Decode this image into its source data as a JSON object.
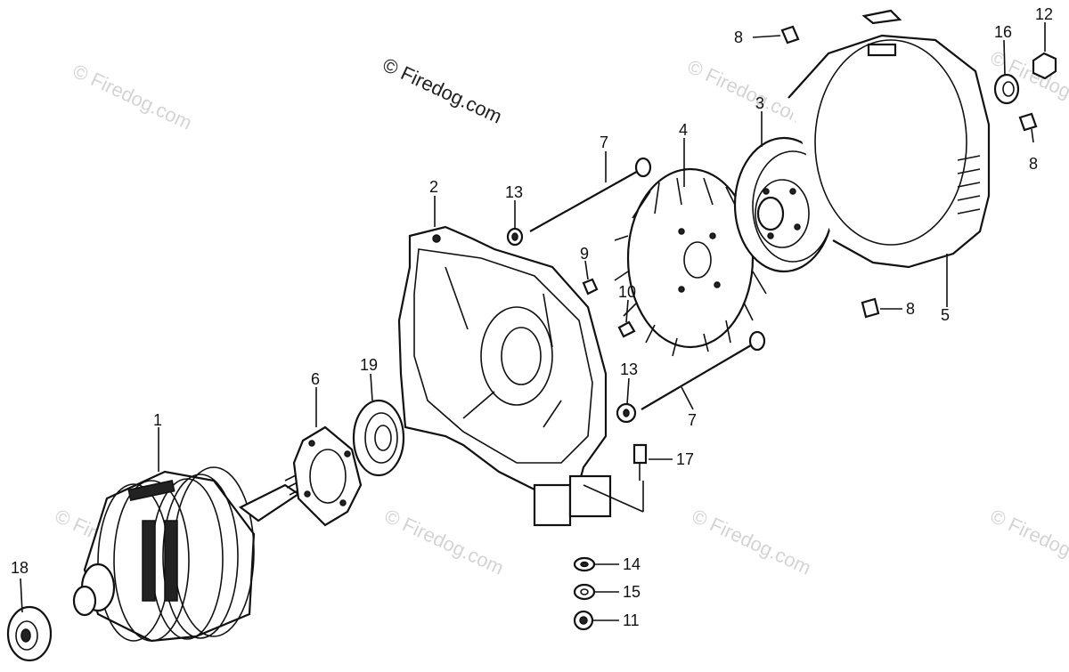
{
  "watermark": "© Firedog.com",
  "labels": {
    "p1": "1",
    "p2": "2",
    "p3": "3",
    "p4": "4",
    "p5": "5",
    "p6": "6",
    "p7a": "7",
    "p7b": "7",
    "p8a": "8",
    "p8b": "8",
    "p8c": "8",
    "p9": "9",
    "p10": "10",
    "p11": "11",
    "p12": "12",
    "p13a": "13",
    "p13b": "13",
    "p14": "14",
    "p15": "15",
    "p16": "16",
    "p17": "17",
    "p18": "18",
    "p19": "19"
  }
}
